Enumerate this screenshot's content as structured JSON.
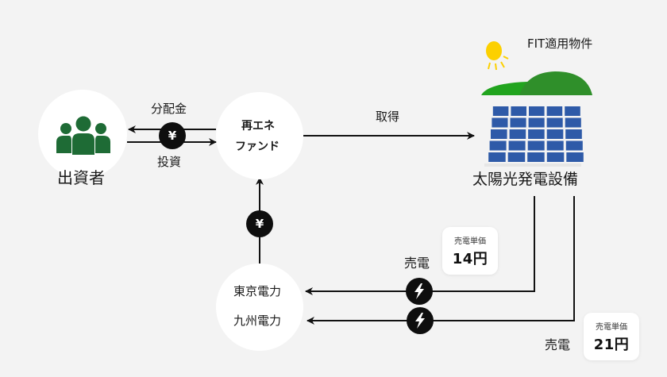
{
  "nodes": {
    "investor": {
      "label": "出資者",
      "icon": "people-group-icon",
      "icon_color": "#1e6b35"
    },
    "fund": {
      "line1": "再エネ",
      "line2": "ファンド"
    },
    "utilities": {
      "line1": "東京電力",
      "line2": "九州電力"
    },
    "solar": {
      "label": "太陽光発電設備",
      "tag": "FIT適用物件"
    }
  },
  "edges": {
    "dividend": "分配金",
    "investment": "投資",
    "acquire": "取得",
    "sell_power_1": "売電",
    "sell_power_2": "売電"
  },
  "badges": {
    "yen_symbol": "¥",
    "lightning": "lightning-bolt-icon"
  },
  "price_cards": [
    {
      "caption": "売電単価",
      "value": "14円"
    },
    {
      "caption": "売電単価",
      "value": "21円"
    }
  ],
  "colors": {
    "background": "#f3f3f3",
    "investor_green": "#1e6b35",
    "sun_yellow": "#fcd000",
    "hill_light": "#21a41e",
    "hill_dark": "#2f8f2a",
    "panel_blue": "#2e5aa8"
  }
}
